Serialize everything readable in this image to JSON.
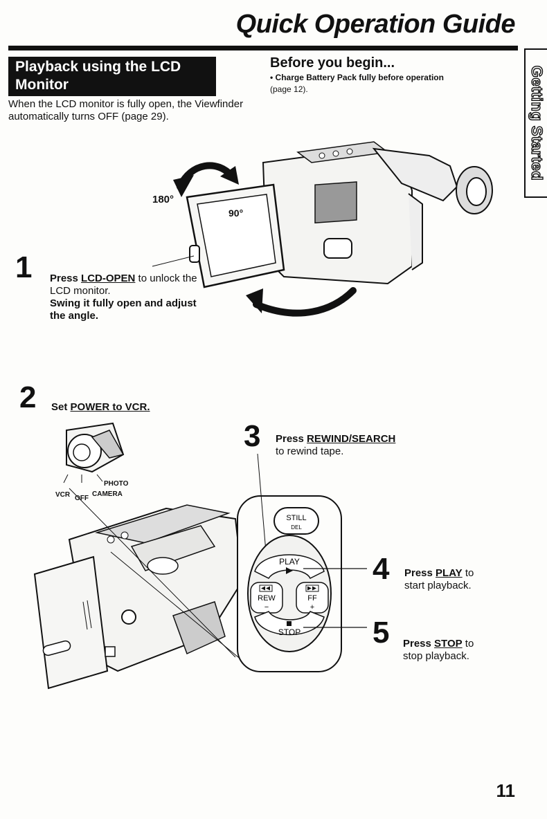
{
  "header": {
    "title": "Quick Operation Guide"
  },
  "side_tab": {
    "label": "Getting Started"
  },
  "section": {
    "heading": "Playback using the LCD Monitor",
    "intro": "When the LCD monitor is fully open, the Viewfinder automatically turns OFF (page 29)."
  },
  "before": {
    "title": "Before you begin...",
    "note_bold": "• Charge Battery Pack fully before operation",
    "note_rest": "(page 12)."
  },
  "figure1": {
    "angle_a": "180°",
    "angle_b": "90°"
  },
  "steps": [
    {
      "num": "1",
      "lead": "Press ",
      "key": "LCD-OPEN",
      "after": " to unlock the LCD monitor.",
      "bold": "Swing it fully open and adjust the angle."
    },
    {
      "num": "2",
      "lead": "Set ",
      "key": "POWER to VCR."
    },
    {
      "num": "3",
      "lead": "Press ",
      "key": "REWIND/SEARCH",
      "after": "to rewind tape."
    },
    {
      "num": "4",
      "lead": "Press ",
      "key": "PLAY",
      "after": " to",
      "line2": "start playback."
    },
    {
      "num": "5",
      "lead": "Press ",
      "key": "STOP",
      "after": " to",
      "line2": "stop playback."
    }
  ],
  "dial": {
    "photo": "PHOTO",
    "vcr": "VCR",
    "off": "OFF",
    "camera": "CAMERA"
  },
  "buttons": {
    "still": "STILL",
    "del": "DEL",
    "play": "PLAY",
    "rew": "REW",
    "rew_sign": "−",
    "ff": "FF",
    "ff_sign": "+",
    "stop": "STOP"
  },
  "footer": {
    "page_number": "11"
  }
}
